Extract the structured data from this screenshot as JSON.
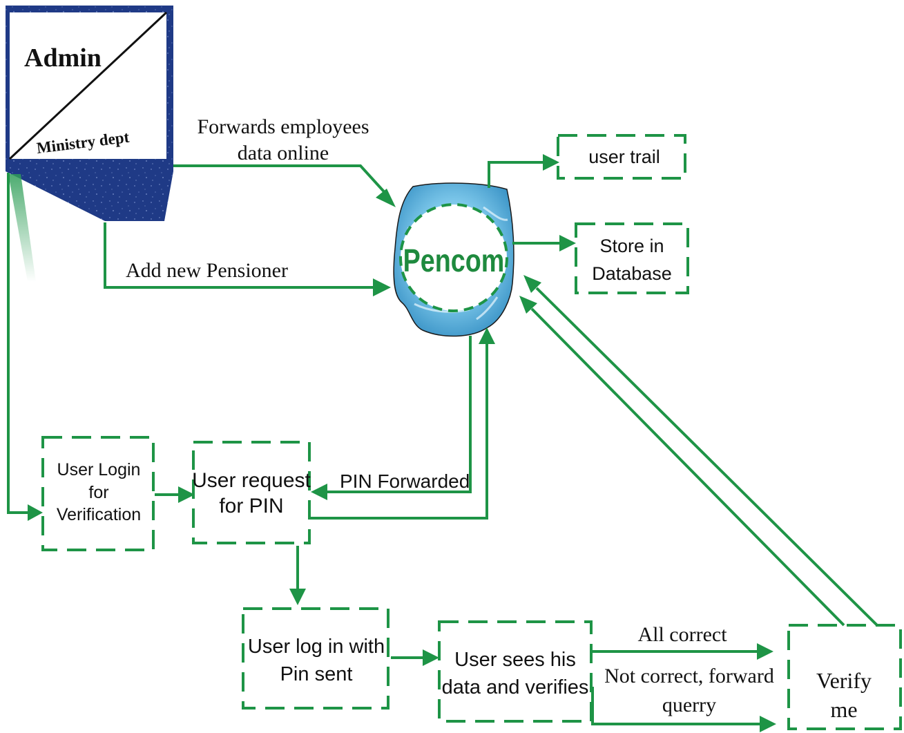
{
  "colors": {
    "arrow": "#1e9446",
    "admin_box": "#1f3a86",
    "pencom_blob": "#5fb6dd",
    "pencom_text": "#1e8a3e"
  },
  "admin": {
    "title": "Admin",
    "subtitle": "Ministry dept"
  },
  "center": {
    "label": "Pencom"
  },
  "flows": {
    "forwards_line1": "Forwards employees",
    "forwards_line2": "data online",
    "add_new": "Add new Pensioner",
    "pin_forwarded": "PIN Forwarded",
    "all_correct": "All correct",
    "not_correct_line1": "Not correct, forward",
    "not_correct_line2": "querry"
  },
  "boxes": {
    "user_trail": "user trail",
    "store_line1": "Store in",
    "store_line2": "Database",
    "login_line1": "User Login",
    "login_line2": "for",
    "login_line3": "Verification",
    "request_line1": "User request",
    "request_line2": "for PIN",
    "logpin_line1": "User log  in with",
    "logpin_line2": "Pin sent",
    "sees_line1": "User sees his",
    "sees_line2": "data and verifies",
    "verify_line1": "Verify",
    "verify_line2": "me"
  }
}
